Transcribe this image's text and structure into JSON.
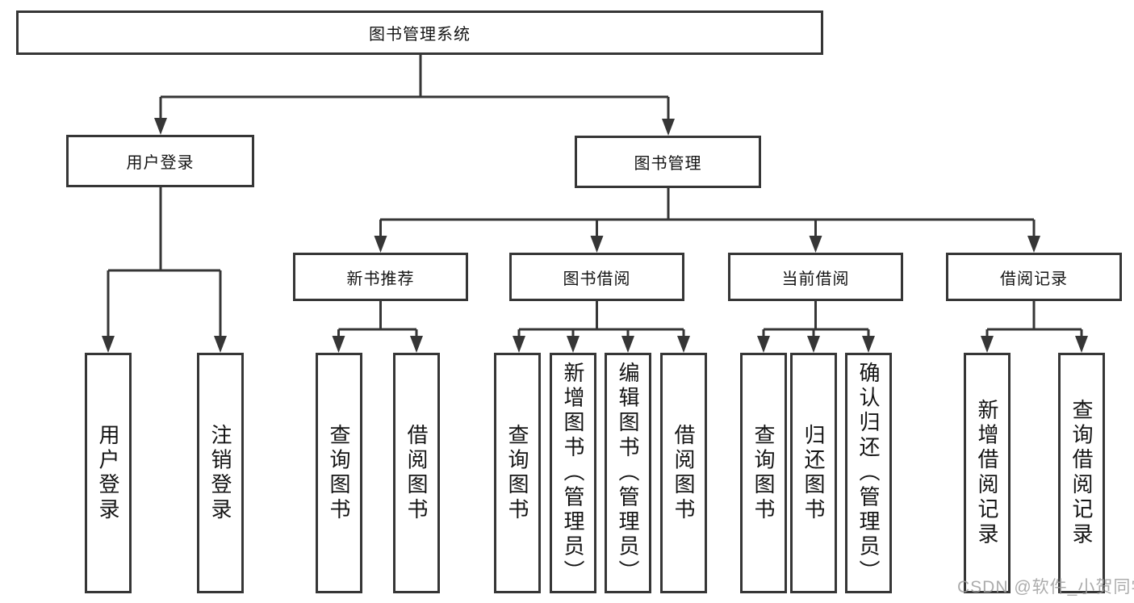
{
  "tree": {
    "root": {
      "label": "图书管理系统",
      "children": [
        {
          "label": "用户登录",
          "children": [
            {
              "label": "用户登录"
            },
            {
              "label": "注销登录"
            }
          ]
        },
        {
          "label": "图书管理",
          "children": [
            {
              "label": "新书推荐",
              "children": [
                {
                  "label": "查询图书"
                },
                {
                  "label": "借阅图书"
                }
              ]
            },
            {
              "label": "图书借阅",
              "children": [
                {
                  "label": "查询图书"
                },
                {
                  "label": "新增图书（管理员）"
                },
                {
                  "label": "编辑图书（管理员）"
                },
                {
                  "label": "借阅图书"
                }
              ]
            },
            {
              "label": "当前借阅",
              "children": [
                {
                  "label": "查询图书"
                },
                {
                  "label": "归还图书"
                },
                {
                  "label": "确认归还（管理员）"
                }
              ]
            },
            {
              "label": "借阅记录",
              "children": [
                {
                  "label": "新增借阅记录"
                },
                {
                  "label": "查询借阅记录"
                }
              ]
            }
          ]
        }
      ]
    }
  },
  "watermark": {
    "text": "CSDN @软件_小贺同学"
  },
  "colors": {
    "line": "#363636",
    "box_border": "#363636",
    "text": "#141414",
    "watermark": "#9e9e9e",
    "background": "#ffffff"
  }
}
